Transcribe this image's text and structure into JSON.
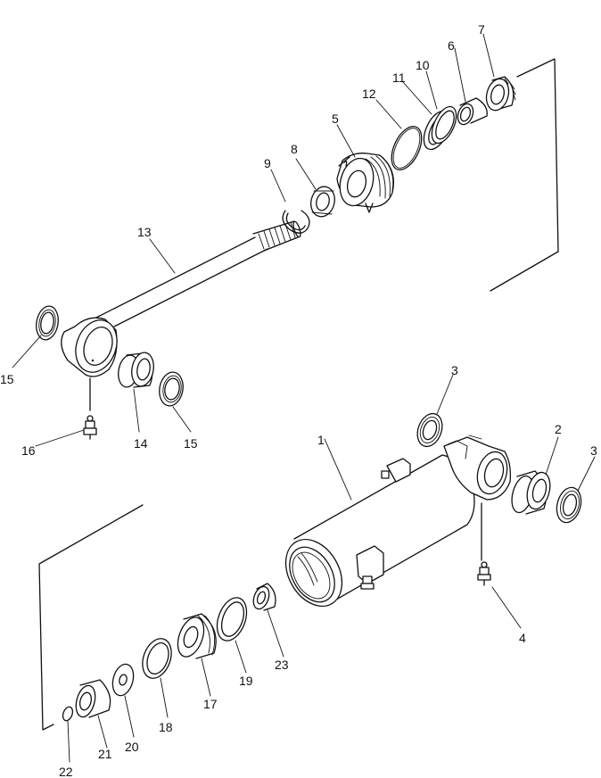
{
  "callouts": [
    {
      "id": "c1",
      "label": "1"
    },
    {
      "id": "c2",
      "label": "2"
    },
    {
      "id": "c3a",
      "label": "3"
    },
    {
      "id": "c3b",
      "label": "3"
    },
    {
      "id": "c4",
      "label": "4"
    },
    {
      "id": "c5",
      "label": "5"
    },
    {
      "id": "c6",
      "label": "6"
    },
    {
      "id": "c7",
      "label": "7"
    },
    {
      "id": "c8",
      "label": "8"
    },
    {
      "id": "c9",
      "label": "9"
    },
    {
      "id": "c10",
      "label": "10"
    },
    {
      "id": "c11",
      "label": "11"
    },
    {
      "id": "c12",
      "label": "12"
    },
    {
      "id": "c13",
      "label": "13"
    },
    {
      "id": "c14",
      "label": "14"
    },
    {
      "id": "c15a",
      "label": "15"
    },
    {
      "id": "c15b",
      "label": "15"
    },
    {
      "id": "c16",
      "label": "16"
    },
    {
      "id": "c17",
      "label": "17"
    },
    {
      "id": "c18",
      "label": "18"
    },
    {
      "id": "c19",
      "label": "19"
    },
    {
      "id": "c20",
      "label": "20"
    },
    {
      "id": "c21",
      "label": "21"
    },
    {
      "id": "c22",
      "label": "22"
    },
    {
      "id": "c23",
      "label": "23"
    }
  ],
  "colors": {
    "ink": "#111111",
    "paper": "#ffffff"
  }
}
